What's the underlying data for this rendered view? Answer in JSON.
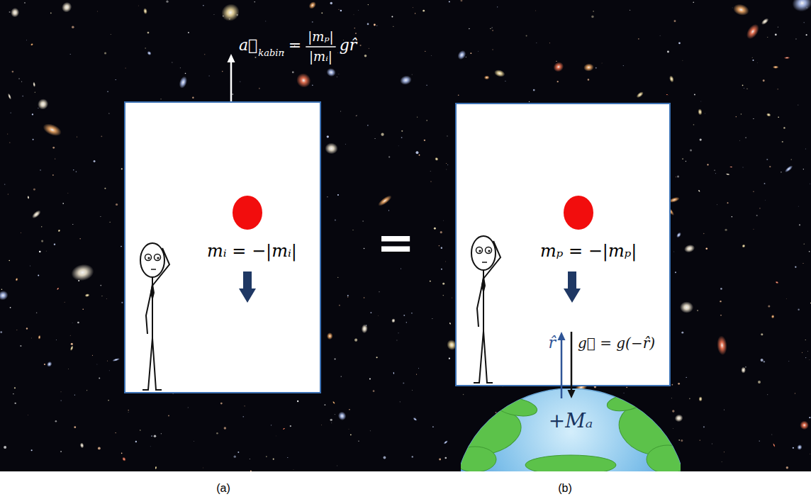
{
  "diagram": {
    "nodes": [
      {
        "text": [
          "mᵢ = −|mᵢ|"
        ]
      },
      {
        "text": [
          "mₚ = −|mₚ|"
        ]
      },
      {
        "text": [
          "+Mₐ"
        ]
      }
    ],
    "labels": [
      "a⃗",
      "kabin",
      "=",
      "|mₚ|",
      "|mᵢ|",
      "gr̂",
      "=",
      "r̂",
      "g⃗ = g(−r̂)",
      "(a)",
      "(b)"
    ]
  }
}
